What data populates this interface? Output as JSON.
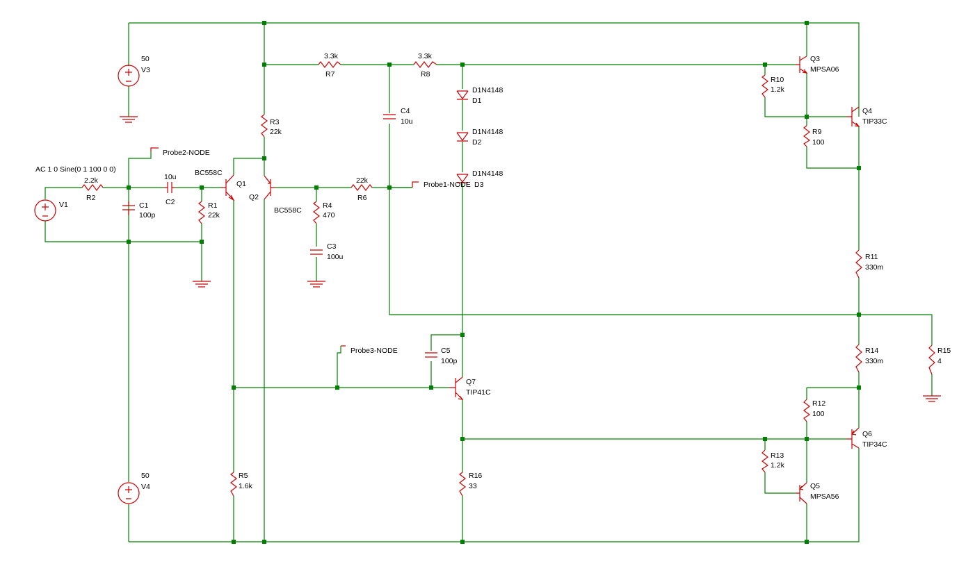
{
  "colors": {
    "wire": "#008000",
    "component": "#cc0000",
    "text": "#000000",
    "background": "#ffffff"
  },
  "components": {
    "v3": {
      "ref": "V3",
      "value": "50"
    },
    "v4": {
      "ref": "V4",
      "value": "50"
    },
    "v1": {
      "ref": "V1",
      "spec": "AC 1 0 Sine(0 1 100 0 0)"
    },
    "r1": {
      "ref": "R1",
      "value": "22k"
    },
    "r2": {
      "ref": "R2",
      "value": "2.2k"
    },
    "r3": {
      "ref": "R3",
      "value": "22k"
    },
    "r4": {
      "ref": "R4",
      "value": "470"
    },
    "r5": {
      "ref": "R5",
      "value": "1.6k"
    },
    "r6": {
      "ref": "R6",
      "value": "22k"
    },
    "r7": {
      "ref": "R7",
      "value": "3.3k"
    },
    "r8": {
      "ref": "R8",
      "value": "3.3k"
    },
    "r9": {
      "ref": "R9",
      "value": "100"
    },
    "r10": {
      "ref": "R10",
      "value": "1.2k"
    },
    "r11": {
      "ref": "R11",
      "value": "330m"
    },
    "r12": {
      "ref": "R12",
      "value": "100"
    },
    "r13": {
      "ref": "R13",
      "value": "1.2k"
    },
    "r14": {
      "ref": "R14",
      "value": "330m"
    },
    "r15": {
      "ref": "R15",
      "value": "4"
    },
    "r16": {
      "ref": "R16",
      "value": "33"
    },
    "c1": {
      "ref": "C1",
      "value": "100p"
    },
    "c2": {
      "ref": "C2",
      "value": "10u"
    },
    "c3": {
      "ref": "C3",
      "value": "100u"
    },
    "c4": {
      "ref": "C4",
      "value": "10u"
    },
    "c5": {
      "ref": "C5",
      "value": "100p"
    },
    "d1": {
      "ref": "D1",
      "model": "D1N4148"
    },
    "d2": {
      "ref": "D2",
      "model": "D1N4148"
    },
    "d3": {
      "ref": "D3",
      "model": "D1N4148"
    },
    "q1": {
      "ref": "Q1",
      "model": "BC558C"
    },
    "q2": {
      "ref": "Q2",
      "model": "BC558C"
    },
    "q3": {
      "ref": "Q3",
      "model": "MPSA06"
    },
    "q4": {
      "ref": "Q4",
      "model": "TIP33C"
    },
    "q5": {
      "ref": "Q5",
      "model": "MPSA56"
    },
    "q6": {
      "ref": "Q6",
      "model": "TIP34C"
    },
    "q7": {
      "ref": "Q7",
      "model": "TIP41C"
    }
  },
  "probes": {
    "probe1": "Probe1-NODE",
    "probe2": "Probe2-NODE",
    "probe3": "Probe3-NODE"
  }
}
